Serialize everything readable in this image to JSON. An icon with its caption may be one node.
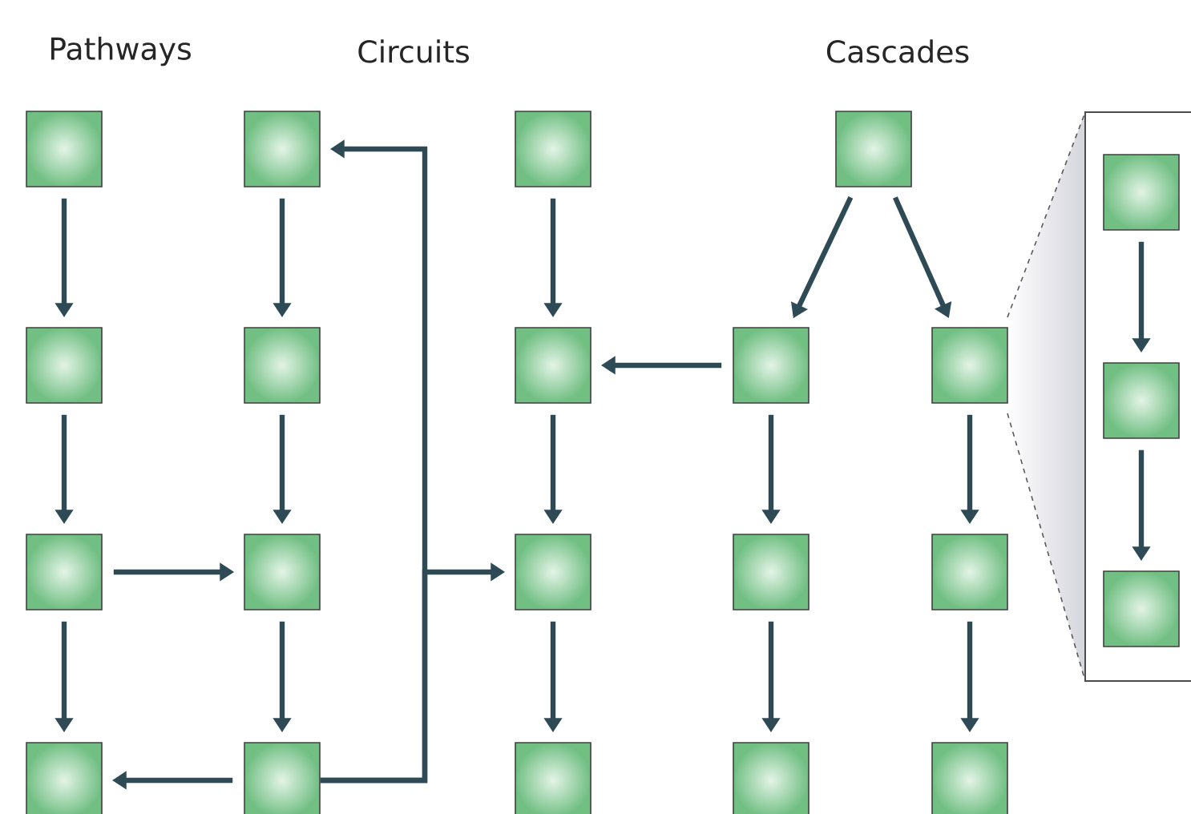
{
  "diagram": {
    "nodes": [
      {
        "text": [],
        "shape": "box"
      },
      {
        "text": [],
        "shape": "box"
      },
      {
        "text": [],
        "shape": "box"
      },
      {
        "text": [],
        "shape": "box"
      },
      {
        "text": [],
        "shape": "box"
      },
      {
        "text": [],
        "shape": "box"
      },
      {
        "text": [],
        "shape": "box"
      },
      {
        "text": [],
        "shape": "box"
      },
      {
        "text": [],
        "shape": "box"
      },
      {
        "text": [],
        "shape": "box"
      },
      {
        "text": [],
        "shape": "box"
      },
      {
        "text": [],
        "shape": "box"
      },
      {
        "text": [],
        "shape": "box"
      },
      {
        "text": [],
        "shape": "box"
      },
      {
        "text": [],
        "shape": "box"
      },
      {
        "text": [],
        "shape": "box"
      },
      {
        "text": [],
        "shape": "box"
      },
      {
        "text": [],
        "shape": "box"
      },
      {
        "text": [],
        "shape": "box"
      },
      {
        "text": [],
        "shape": "box"
      },
      {
        "text": [],
        "shape": "box",
        "in": 19
      },
      {
        "text": [],
        "shape": "box",
        "in": 19
      },
      {
        "text": [],
        "shape": "box",
        "in": 19
      }
    ],
    "edges": [
      {
        "from": 0,
        "to": 1,
        "arrow": "to"
      },
      {
        "from": 1,
        "to": 2,
        "arrow": "to"
      },
      {
        "from": 2,
        "to": 3,
        "arrow": "to"
      },
      {
        "from": 2,
        "to": 6,
        "arrow": "to"
      },
      {
        "from": 4,
        "to": 5,
        "arrow": "to"
      },
      {
        "from": 5,
        "to": 6,
        "arrow": "to"
      },
      {
        "from": 6,
        "to": 7,
        "arrow": "to"
      },
      {
        "from": 7,
        "to": 3,
        "arrow": "to"
      },
      {
        "from": 7,
        "to": 4,
        "arrow": "to"
      },
      {
        "from": 7,
        "to": 10,
        "arrow": "to"
      },
      {
        "from": 8,
        "to": 9,
        "arrow": "to"
      },
      {
        "from": 9,
        "to": 10,
        "arrow": "to"
      },
      {
        "from": 10,
        "to": 11,
        "arrow": "to"
      },
      {
        "from": 12,
        "to": 9,
        "arrow": "to"
      },
      {
        "from": 12,
        "to": 13,
        "arrow": "to"
      },
      {
        "from": 13,
        "to": 14,
        "arrow": "to"
      },
      {
        "from": 15,
        "to": 12,
        "arrow": "to"
      },
      {
        "from": 15,
        "to": 16,
        "arrow": "to"
      },
      {
        "from": 16,
        "to": 17,
        "arrow": "to"
      },
      {
        "from": 17,
        "to": 18,
        "arrow": "to"
      },
      {
        "from": 20,
        "to": 21,
        "arrow": "to"
      },
      {
        "from": 21,
        "to": 22,
        "arrow": "to"
      }
    ],
    "labels": [
      "Pathways",
      "Circuits",
      "Cascades"
    ]
  }
}
